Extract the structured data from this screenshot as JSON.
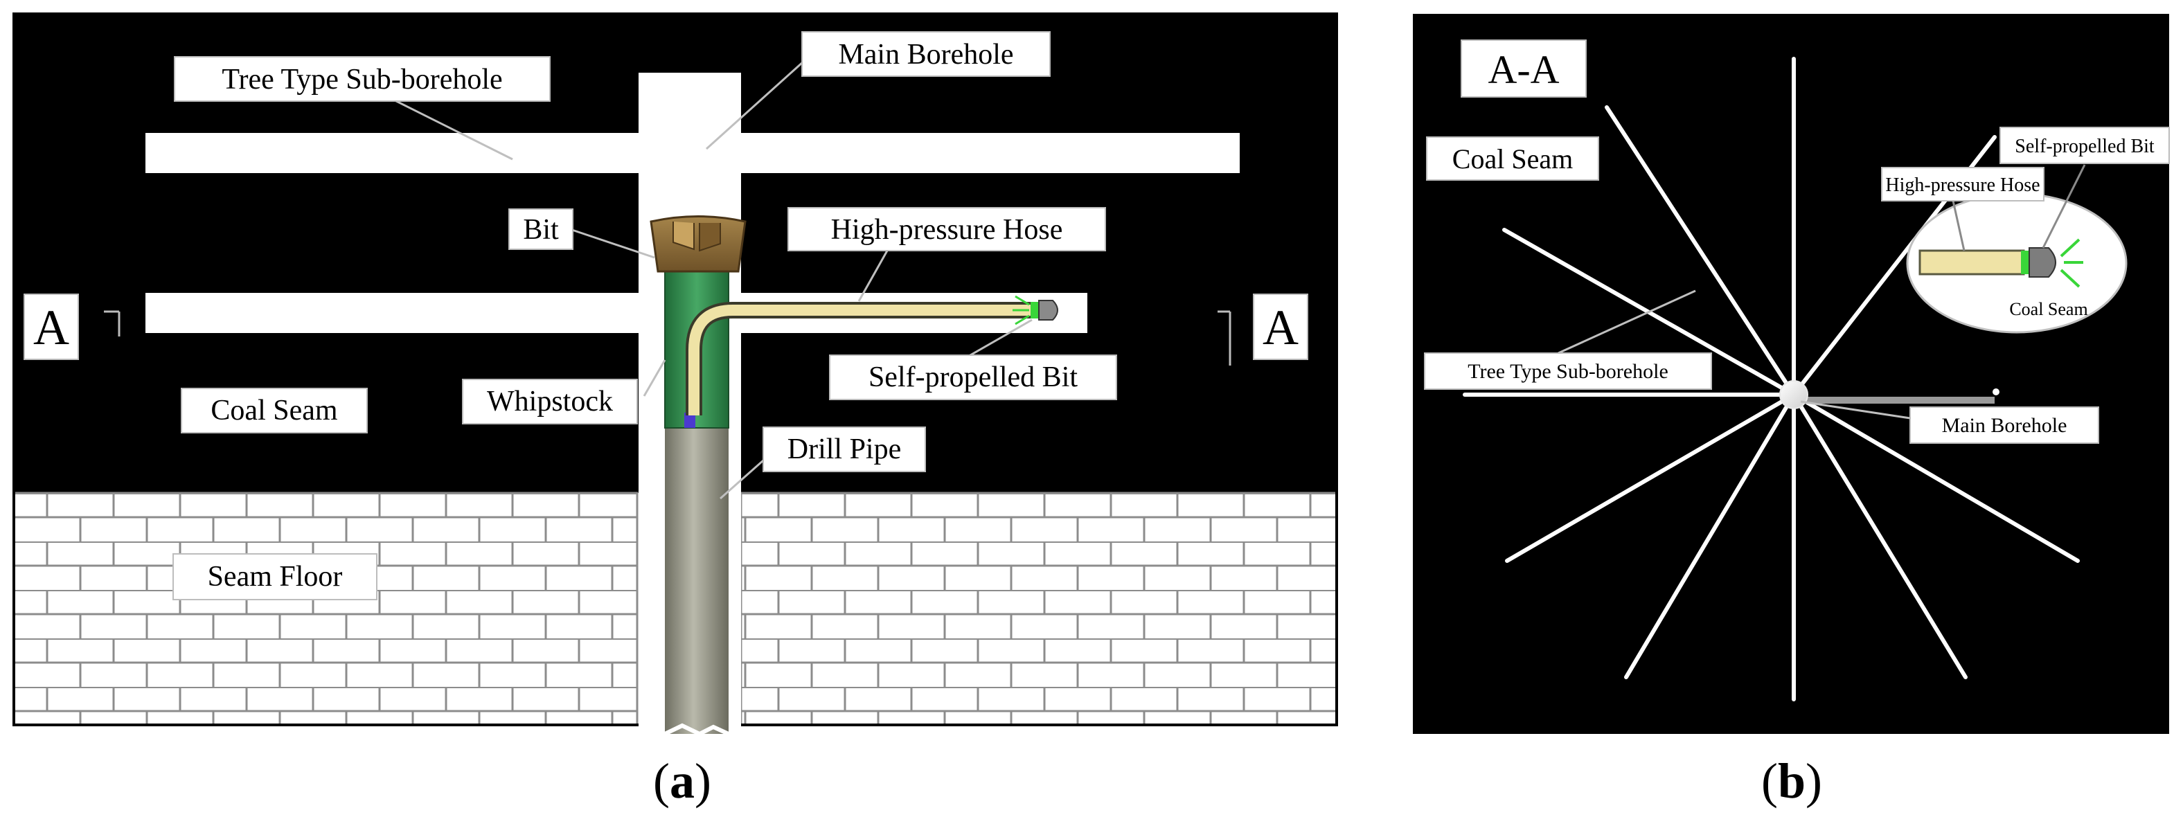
{
  "panel_a": {
    "labels": {
      "tree_sub_borehole": "Tree Type Sub-borehole",
      "main_borehole": "Main Borehole",
      "bit": "Bit",
      "hp_hose": "High-pressure Hose",
      "section_left": "A",
      "section_right": "A",
      "coal_seam": "Coal Seam",
      "whipstock": "Whipstock",
      "self_propelled_bit": "Self-propelled Bit",
      "drill_pipe": "Drill Pipe",
      "seam_floor": "Seam Floor"
    },
    "caption_letter": "a"
  },
  "panel_b": {
    "labels": {
      "section_title": "A-A",
      "coal_seam": "Coal Seam",
      "self_propelled_bit": "Self-propelled Bit",
      "hp_hose": "High-pressure Hose",
      "inset_coal_seam": "Coal Seam",
      "tree_sub_borehole": "Tree Type Sub-borehole",
      "main_borehole": "Main Borehole"
    },
    "caption_letter": "b"
  },
  "colors": {
    "coal": "#000000",
    "borehole": "#ffffff",
    "bit": "#8b6a33",
    "whipstock": "#2f8a4c",
    "hose": "#efe3a6",
    "drill_pipe": "#8f8f80",
    "jet": "#39d639"
  }
}
